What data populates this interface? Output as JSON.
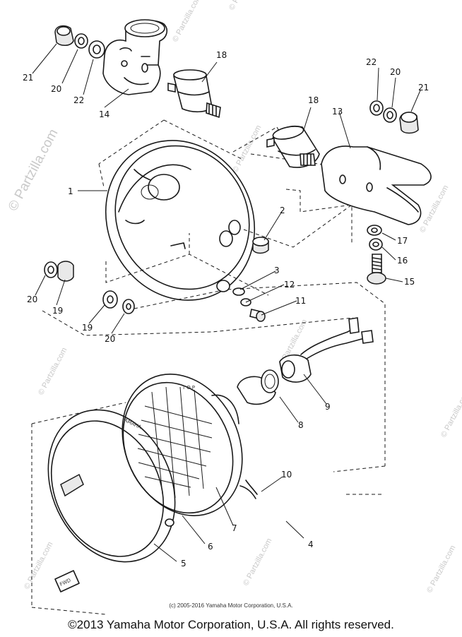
{
  "watermark": "© Partzilla.com",
  "footer_notice": "(c) 2005-2016 Yamaha Motor Corporation, U.S.A.",
  "copyright": "©2013 Yamaha Motor Corporation, U.S.A. All rights reserved.",
  "embossed": {
    "top": "TOP",
    "brand": "YAMAHA",
    "fwd": "FWD"
  },
  "callouts": [
    {
      "id": "c1",
      "label": "1"
    },
    {
      "id": "c2",
      "label": "2"
    },
    {
      "id": "c3",
      "label": "3"
    },
    {
      "id": "c4",
      "label": "4"
    },
    {
      "id": "c5",
      "label": "5"
    },
    {
      "id": "c6",
      "label": "6"
    },
    {
      "id": "c7",
      "label": "7"
    },
    {
      "id": "c8",
      "label": "8"
    },
    {
      "id": "c9",
      "label": "9"
    },
    {
      "id": "c10",
      "label": "10"
    },
    {
      "id": "c11",
      "label": "11"
    },
    {
      "id": "c12",
      "label": "12"
    },
    {
      "id": "c13",
      "label": "13"
    },
    {
      "id": "c14",
      "label": "14"
    },
    {
      "id": "c15",
      "label": "15"
    },
    {
      "id": "c16",
      "label": "16"
    },
    {
      "id": "c17",
      "label": "17"
    },
    {
      "id": "c18a",
      "label": "18"
    },
    {
      "id": "c18b",
      "label": "18"
    },
    {
      "id": "c19a",
      "label": "19"
    },
    {
      "id": "c19b",
      "label": "19"
    },
    {
      "id": "c20a",
      "label": "20"
    },
    {
      "id": "c20b",
      "label": "20"
    },
    {
      "id": "c20c",
      "label": "20"
    },
    {
      "id": "c20d",
      "label": "20"
    },
    {
      "id": "c21a",
      "label": "21"
    },
    {
      "id": "c21b",
      "label": "21"
    },
    {
      "id": "c22a",
      "label": "22"
    },
    {
      "id": "c22b",
      "label": "22"
    }
  ]
}
